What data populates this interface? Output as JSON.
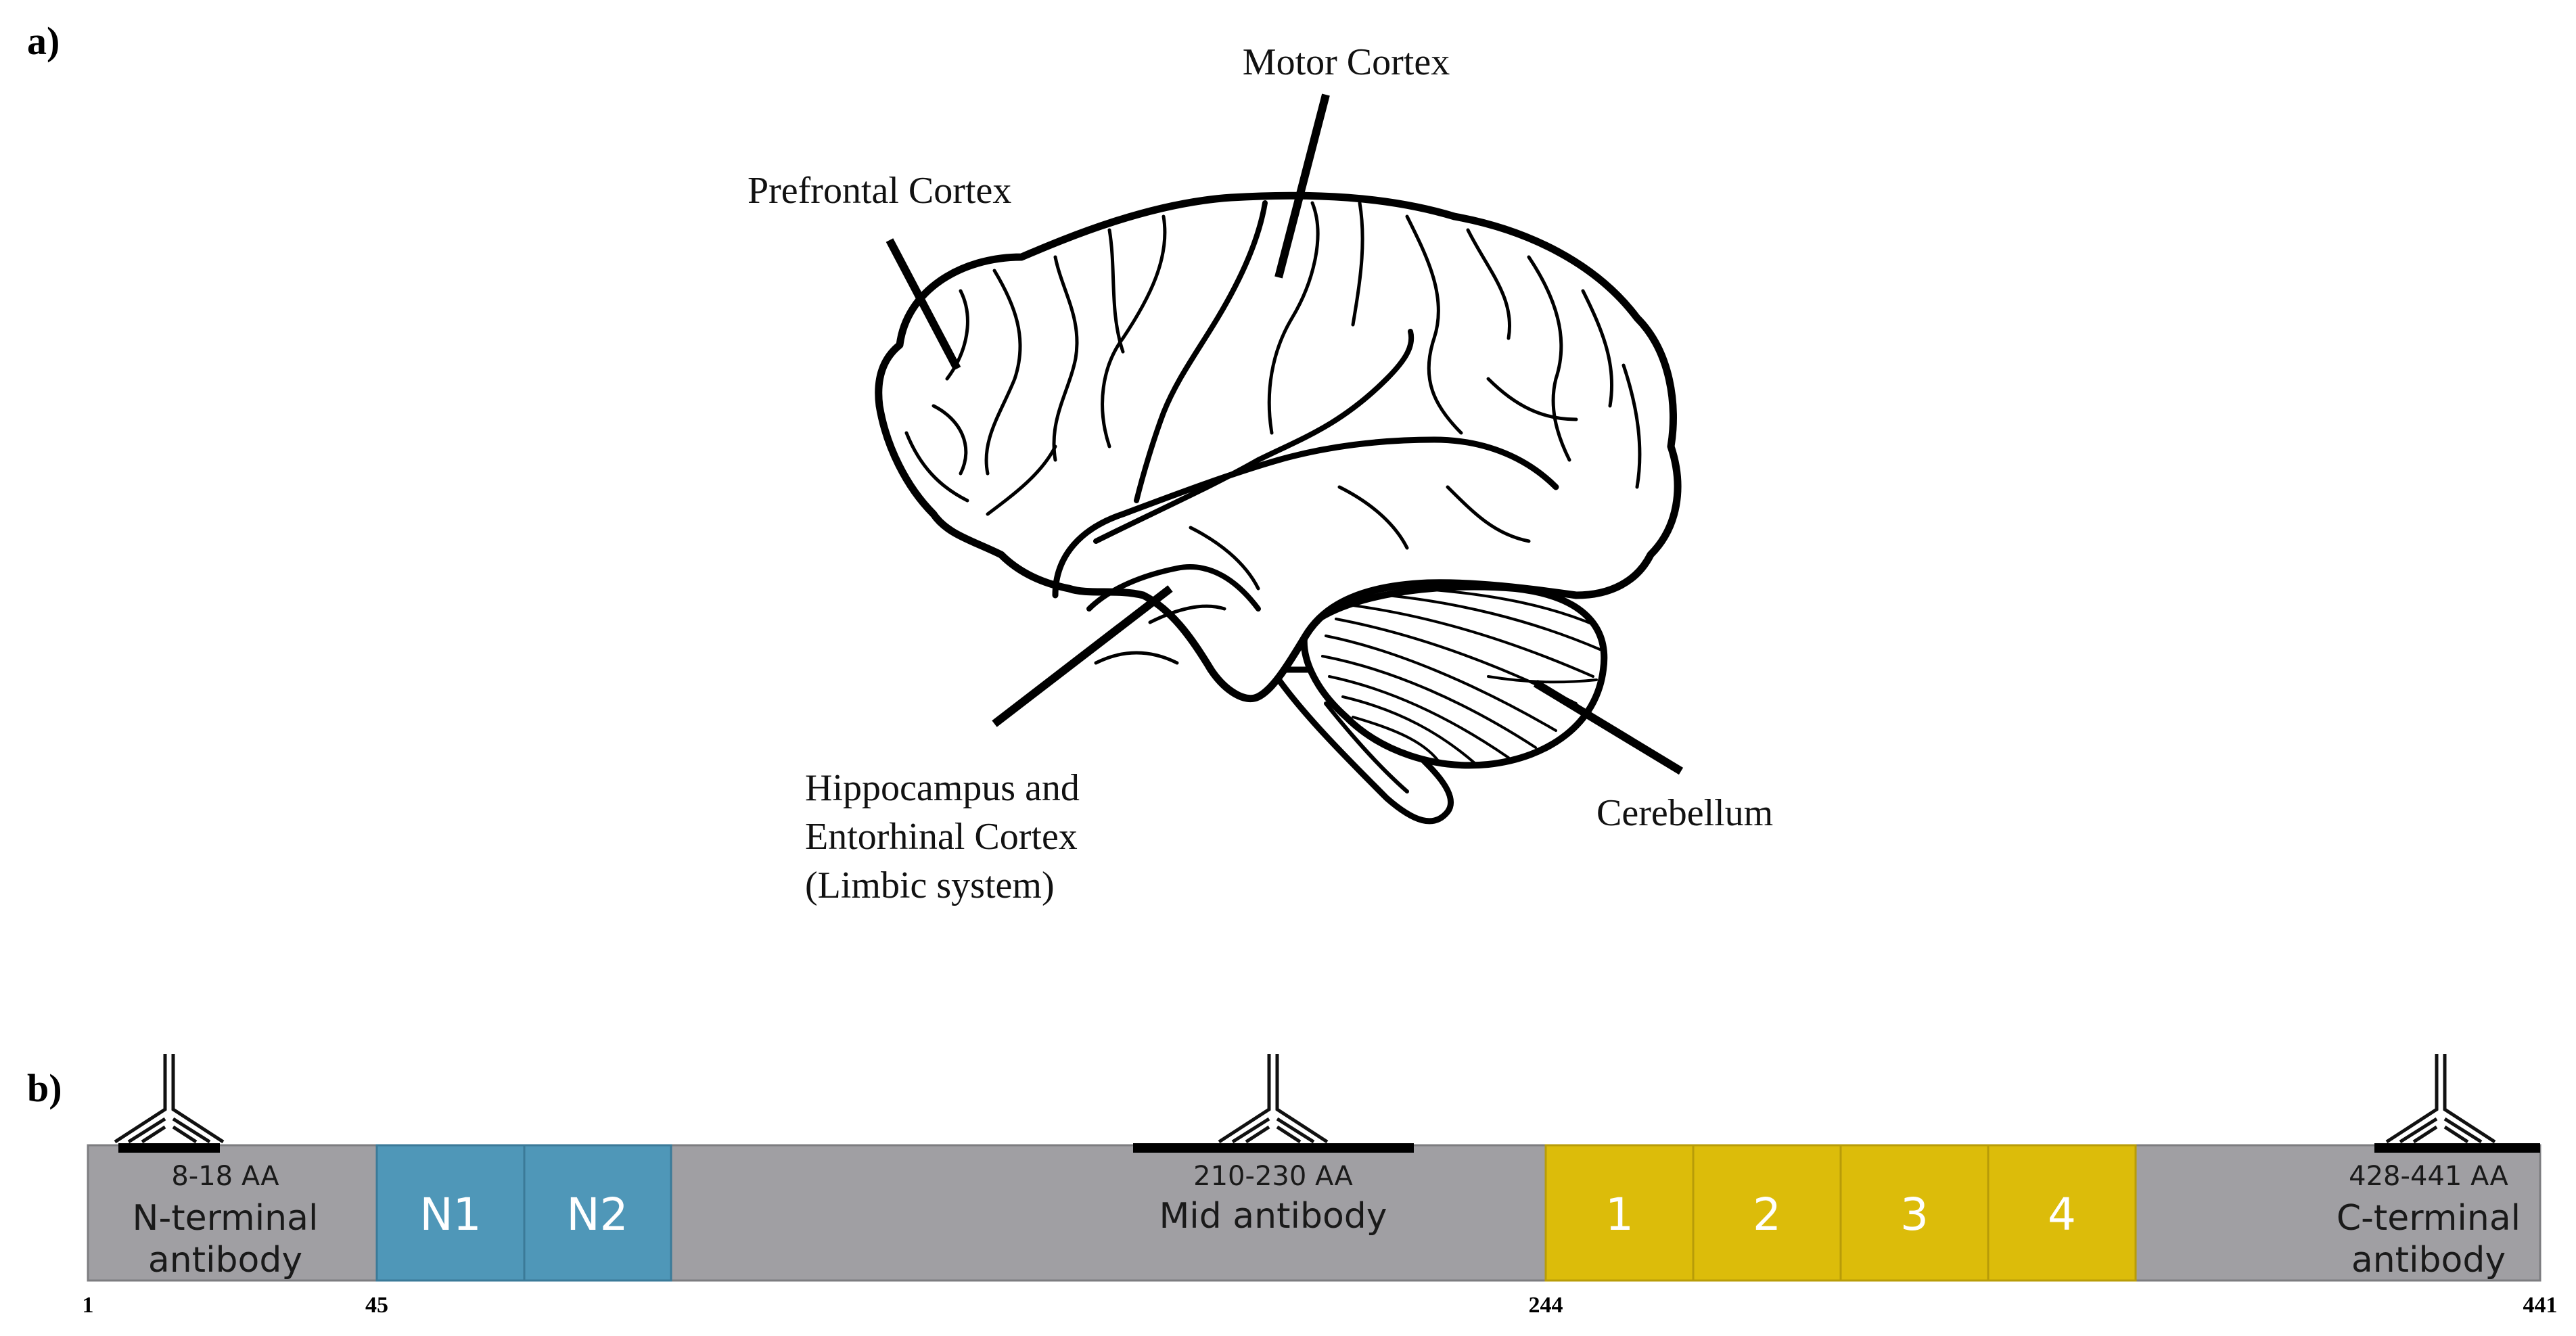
{
  "panel_a": {
    "label": "a)",
    "regions": {
      "motor": "Motor Cortex",
      "prefrontal": "Prefrontal Cortex",
      "hippocampus": [
        "Hippocampus and",
        "Entorhinal Cortex",
        "(Limbic system)"
      ],
      "cerebellum": "Cerebellum"
    }
  },
  "panel_b": {
    "label": "b)",
    "antibodies": {
      "n_terminal": {
        "range": "8-18 AA",
        "name": [
          "N-terminal",
          "antibody"
        ]
      },
      "mid": {
        "range": "210-230 AA",
        "name": [
          "Mid antibody"
        ]
      },
      "c_terminal": {
        "range": "428-441 AA",
        "name": [
          "C-terminal",
          "antibody"
        ]
      }
    },
    "n_inserts": [
      "N1",
      "N2"
    ],
    "repeats": [
      "1",
      "2",
      "3",
      "4"
    ],
    "positions": [
      "1",
      "45",
      "244",
      "441"
    ],
    "colors": {
      "bar_gray": "#a09fa3",
      "insert_blue": "#4f97b8",
      "repeat_yellow": "#dcbc0a"
    }
  }
}
